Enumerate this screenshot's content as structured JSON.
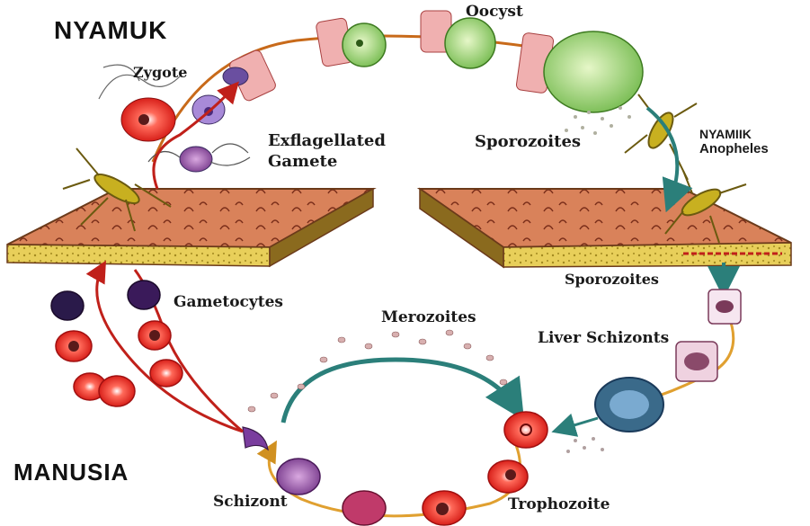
{
  "regions": {
    "mosquito": "NYAMUK",
    "human": "MANUSIA"
  },
  "labels": {
    "oocyst": "Oocyst",
    "zygote": "Zygote",
    "exflagellated_line1": "Exflagellated",
    "exflagellated_line2": "Gamete",
    "sporozoites_top": "Sporozoites",
    "vector_line1": "NYAMIIK",
    "vector_line2": "Anopheles",
    "sporozoites_skin": "Sporozoites",
    "gametocytes": "Gametocytes",
    "merozoites": "Merozoites",
    "liver_schizonts": "Liver Schizonts",
    "schizont": "Schizont",
    "trophozoite": "Trophozoite"
  },
  "colors": {
    "skin": "#d9825a",
    "skin_layer": "#e8cf5a",
    "blood_cell": "#e8352a",
    "arrow_mosquito": "#c86a1a",
    "arrow_teal": "#2b7f7a",
    "arrow_blood_cycle": "#e0a030",
    "oocyst": "#a8d878",
    "zygote": "#8a6fc4"
  }
}
